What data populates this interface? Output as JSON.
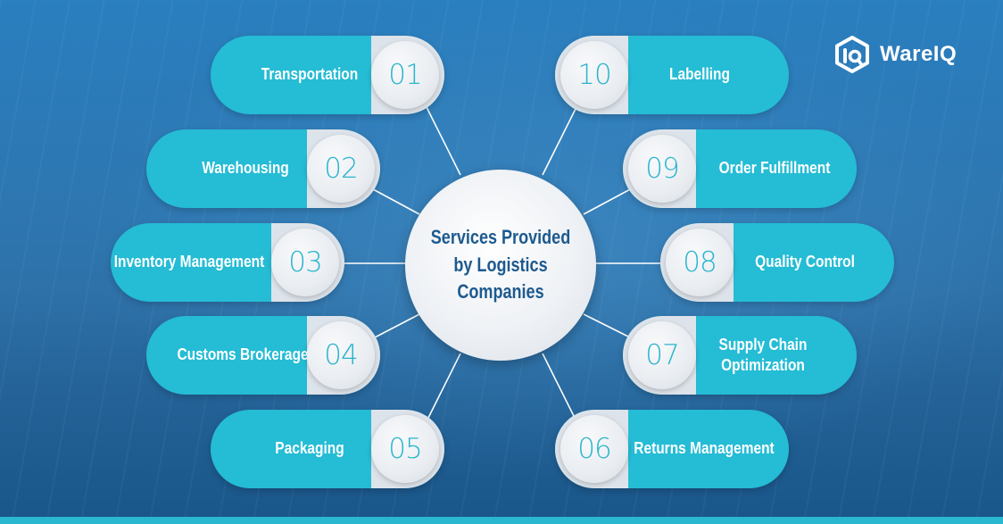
{
  "title": "Services Provided by Logistics Companies",
  "brand": {
    "name": "WareIQ",
    "icon": "wareiq-logo-icon"
  },
  "colors": {
    "pill": "#25bcd5",
    "center_text": "#1d5a8e",
    "number": "#2bb5cd",
    "background": "#1f6aa6"
  },
  "services": [
    {
      "num": "01",
      "label": "Transportation"
    },
    {
      "num": "02",
      "label": "Warehousing"
    },
    {
      "num": "03",
      "label": "Inventory Management"
    },
    {
      "num": "04",
      "label": "Customs Brokerage"
    },
    {
      "num": "05",
      "label": "Packaging"
    },
    {
      "num": "06",
      "label": "Returns Management"
    },
    {
      "num": "07",
      "label": "Supply Chain Optimization"
    },
    {
      "num": "08",
      "label": "Quality Control"
    },
    {
      "num": "09",
      "label": "Order Fulfillment"
    },
    {
      "num": "10",
      "label": "Labelling"
    }
  ]
}
